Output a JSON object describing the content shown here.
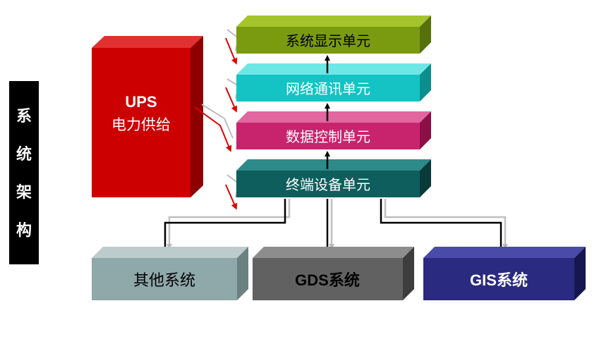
{
  "side_label": {
    "chars": [
      "系",
      "统",
      "架",
      "构"
    ]
  },
  "ups": {
    "line1": "UPS",
    "line2": "电力供给"
  },
  "stack": {
    "display": "系统显示单元",
    "network": "网络通讯单元",
    "data": "数据控制单元",
    "terminal": "终端设备单元"
  },
  "bottom": {
    "other": "其他系统",
    "gds": "GDS系统",
    "gis": "GIS系统"
  },
  "colors": {
    "side_bg": "#000000",
    "ups": "#cc0000",
    "display": "#7a9a10",
    "network": "#14c3c3",
    "data": "#c8246e",
    "terminal": "#0d5e5c",
    "other": "#8fa8aa",
    "gds": "#616161",
    "gis": "#2a2a80",
    "arrow_red": "#e00000"
  }
}
